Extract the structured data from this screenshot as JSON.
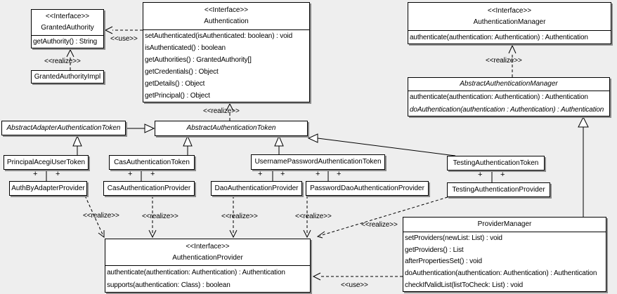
{
  "colors": {
    "background": "#eeeeee",
    "box_fill": "#ffffff",
    "box_border": "#000000",
    "box_shadow": "#8c8c8c"
  },
  "classes": {
    "grantedAuthority": {
      "stereotype": "<<Interface>>",
      "name": "GrantedAuthority",
      "methods": [
        "getAuthority() : String"
      ]
    },
    "grantedAuthorityImpl": {
      "name": "GrantedAuthorityImpl"
    },
    "authentication": {
      "stereotype": "<<Interface>>",
      "name": "Authentication",
      "methods": [
        "setAuthenticated(isAuthenticated: boolean) : void",
        "isAuthenticated() : boolean",
        "getAuthorities() : GrantedAuthority[]",
        "getCredentials() : Object",
        "getDetails() : Object",
        "getPrincipal() : Object"
      ]
    },
    "authenticationManager": {
      "stereotype": "<<Interface>>",
      "name": "AuthenticationManager",
      "methods": [
        "authenticate(authentication: Authentication) : Authentication"
      ]
    },
    "abstractAuthenticationManager": {
      "name": "AbstractAuthenticationManager",
      "methods": [
        "authenticate(authentication: Authentication) : Authentication",
        "doAuthentication(authentication : Authentication) : Authentication"
      ]
    },
    "abstractAdapterAuthenticationToken": {
      "name": "AbstractAdapterAuthenticationToken"
    },
    "abstractAuthenticationToken": {
      "name": "AbstractAuthenticationToken"
    },
    "principalAcegiUserToken": {
      "name": "PrincipalAcegiUserToken"
    },
    "casAuthenticationToken": {
      "name": "CasAuthenticationToken"
    },
    "usernamePasswordAuthenticationToken": {
      "name": "UsernamePasswordAuthenticationToken"
    },
    "testingAuthenticationToken": {
      "name": "TestingAuthenticationToken"
    },
    "authByAdapterProvider": {
      "name": "AuthByAdapterProvider"
    },
    "casAuthenticationProvider": {
      "name": "CasAuthenticationProvider"
    },
    "daoAuthenticationProvider": {
      "name": "DaoAuthenticationProvider"
    },
    "passwordDaoAuthenticationProvider": {
      "name": "PasswordDaoAuthenticationProvider"
    },
    "testingAuthenticationProvider": {
      "name": "TestingAuthenticationProvider"
    },
    "authenticationProvider": {
      "stereotype": "<<Interface>>",
      "name": "AuthenticationProvider",
      "methods": [
        "authenticate(authentication: Authentication) : Authentication",
        "supports(authentication: Class) : boolean"
      ]
    },
    "providerManager": {
      "name": "ProviderManager",
      "methods": [
        "setProviders(newList: List) : void",
        "getProviders() : List",
        "afterPropertiesSet() : void",
        "doAuthentication(authentication: Authentication) : Authentication",
        "checkIfValidList(listToCheck: List) : void"
      ]
    }
  },
  "labels": {
    "use_top": "<<use>>",
    "use_bottom": "<<use>>",
    "realize_granted": "<<realize>>",
    "realize_abstract_token": "<<realize>>",
    "realize_abstract_manager": "<<realize>>",
    "realize_auth_by_adapter": "<<realize>>",
    "realize_cas": "<<realize>>",
    "realize_dao": "<<realize>>",
    "realize_password_dao": "<<realize>>",
    "realize_testing": "<<realize>>",
    "plus": "+"
  }
}
